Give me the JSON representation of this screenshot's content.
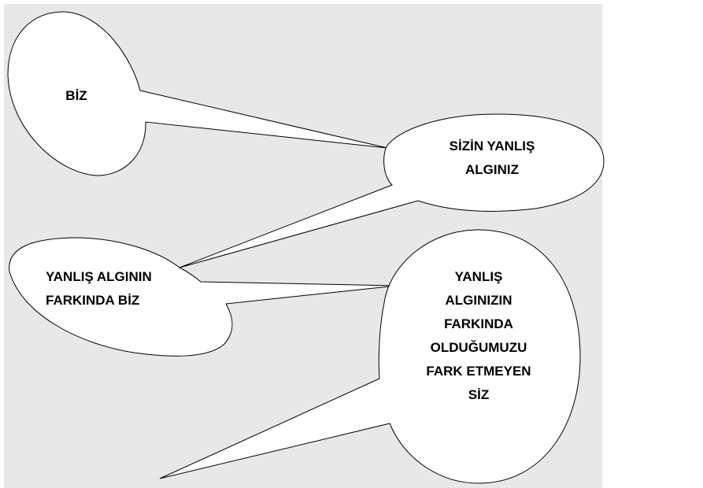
{
  "bubbles": {
    "biz": {
      "lines": [
        "BİZ"
      ]
    },
    "sizin_yanlis_alginiz": {
      "lines": [
        "SİZİN YANLIŞ",
        "ALGINIZ"
      ]
    },
    "yanlis_alginin_farkinda_biz": {
      "lines": [
        "YANLIŞ ALGININ",
        "FARKINDA BİZ"
      ]
    },
    "fark_etmeyen_siz": {
      "lines": [
        "YANLIŞ",
        "ALGINIZIN",
        "FARKINDA",
        "OLDUĞUMUZU",
        "FARK ETMEYEN",
        "SİZ"
      ]
    }
  }
}
